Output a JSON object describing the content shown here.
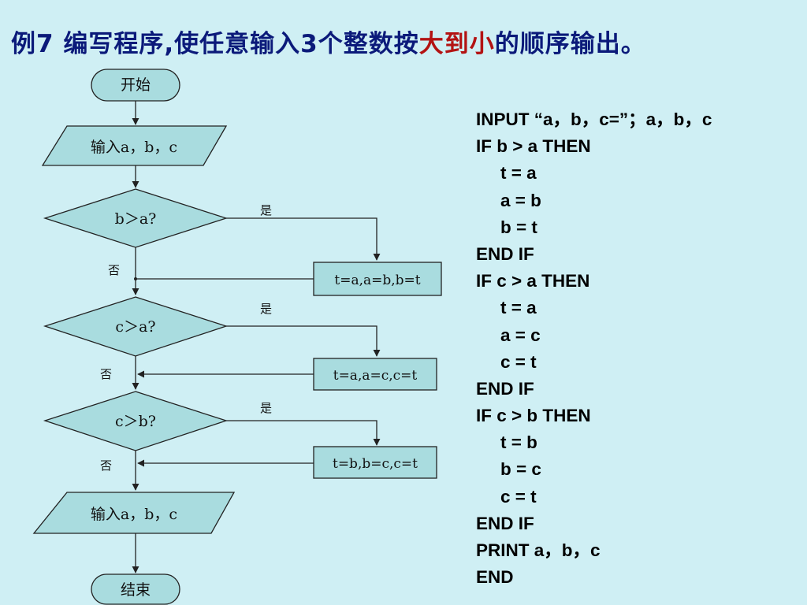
{
  "title": {
    "before": "例7  编写程序,使任意输入3个整数按",
    "highlight": "大到小",
    "after": "的顺序输出。",
    "highlight_color": "#b31313",
    "color": "#0b1a7a"
  },
  "flowchart": {
    "start": "开始",
    "input": "输入a，b，c",
    "decision1": "b＞a?",
    "decision2": "c＞a?",
    "decision3": "c＞b?",
    "process1": "t=a,a=b,b=t",
    "process2": "t=a,a=c,c=t",
    "process3": "t=b,b=c,c=t",
    "output": "输入a，b，c",
    "end": "结束",
    "yes_label": "是",
    "no_label": "否",
    "shape_fill": "#a9dcdf",
    "stroke": "#222222"
  },
  "code": {
    "lines": [
      "INPUT “a，b，c=”；a，b，c",
      "IF b > a THEN",
      "t = a",
      "a = b",
      "b = t",
      "END IF",
      "IF c > a THEN",
      "t = a",
      "a = c",
      "c = t",
      "END IF",
      "IF c > b THEN",
      "t = b",
      "b = c",
      "c = t",
      "END IF",
      "PRINT a，b，c",
      "END"
    ]
  },
  "background": "#cfeff4"
}
